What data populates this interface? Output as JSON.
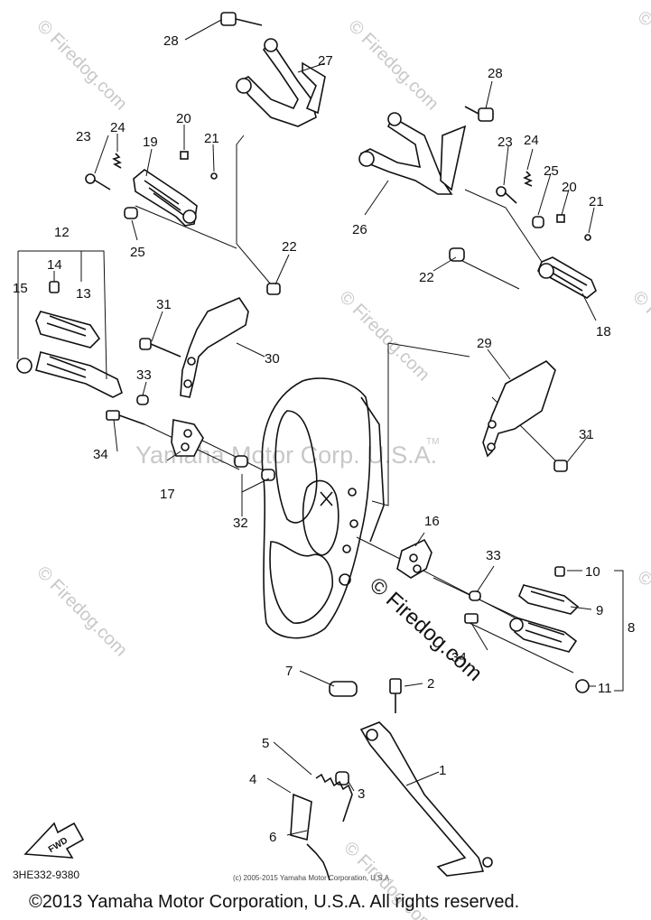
{
  "diagram": {
    "callouts": [
      "1",
      "2",
      "3",
      "4",
      "5",
      "6",
      "7",
      "8",
      "9",
      "10",
      "11",
      "12",
      "13",
      "14",
      "15",
      "16",
      "17",
      "18",
      "19",
      "20",
      "21",
      "22",
      "23",
      "24",
      "25",
      "26",
      "27",
      "28",
      "29",
      "30",
      "31",
      "32",
      "33",
      "34"
    ],
    "front_arrow_label": "FWD"
  },
  "watermarks": {
    "site": "© Firedog.com",
    "corp": "Yamaha Motor Corp. U.S.A.",
    "tm": "TM",
    "center": "© Firedog.com"
  },
  "footer": {
    "part_code": "3HE332-9380",
    "small_copyright": "(c) 2005-2015 Yamaha Motor Corporation, U.S.A.",
    "copyright": "©2013 Yamaha Motor Corporation, U.S.A. All rights reserved."
  }
}
